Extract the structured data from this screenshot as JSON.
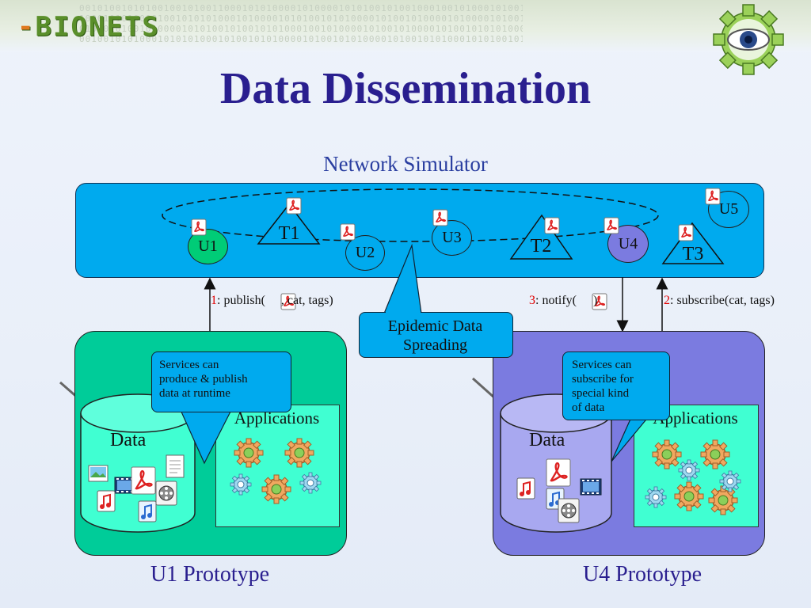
{
  "header": {
    "logo_prefix": "-",
    "logo_text": "BIONETS",
    "binary_rows": [
      "00101001010100100101001100010101000010100001010100101001000100101000101001",
      "10001010100001001010101000101000010101001010100001010010100001010000101001",
      "01000101001010000101010010100101010001001010000101001010000101001010101000",
      "00100101010001010101000101001010100001010010101000010100101010001010100101"
    ]
  },
  "title": "Data Dissemination",
  "network": {
    "label": "Network Simulator",
    "nodes": {
      "u1": "U1",
      "u2": "U2",
      "u3": "U3",
      "u4": "U4",
      "u5": "U5",
      "t1": "T1",
      "t2": "T2",
      "t3": "T3"
    },
    "bubble": {
      "line1": "Epidemic Data",
      "line2": "Spreading"
    }
  },
  "arrows": {
    "publish": {
      "num": "1",
      "pre": ": publish(",
      "post": ", cat, tags)"
    },
    "notify": {
      "num": "3",
      "pre": ": notify(",
      "post": ")"
    },
    "subscribe": {
      "num": "2",
      "text": ": subscribe(cat, tags)"
    }
  },
  "u1": {
    "callout": [
      "Services can",
      "produce & publish",
      "data at runtime"
    ],
    "data_label": "Data",
    "apps_label": "Applications",
    "caption": "U1 Prototype",
    "color": "#00cc99"
  },
  "u4": {
    "callout": [
      "Services can",
      "subscribe for",
      "special kind",
      "of data"
    ],
    "data_label": "Data",
    "apps_label": "Applications",
    "caption": "U4 Prototype",
    "color": "#7b7be0"
  },
  "colors": {
    "network": "#00aaee",
    "title": "#2a1f8f",
    "apps": "#40ffd2",
    "accent": "#e00000"
  }
}
